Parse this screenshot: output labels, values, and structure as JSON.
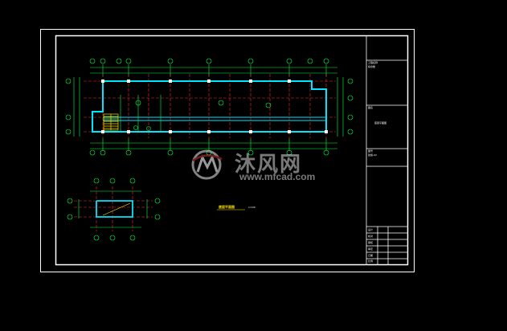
{
  "viewport": {
    "background": "#000000"
  },
  "colors": {
    "border": "#ffffff",
    "axis": "#ff2a2a",
    "dimension": "#00ff3c",
    "wall": "#00e5ff",
    "stair": "#ffe000",
    "watermark": "#d9d9d9"
  },
  "drawing": {
    "plan_title": "底层平面图",
    "plan_scale": "1:100"
  },
  "title_block": {
    "project_label": "工程名称",
    "project_value": "综合楼",
    "drawing_label": "图名",
    "drawing_value": "底层平面图",
    "number_label": "图号",
    "number_value": "建施-02",
    "rows": [
      "设计",
      "校对",
      "审核",
      "审定",
      "日期",
      "比例"
    ]
  },
  "watermark": {
    "logo_icon": "mf-logo-icon",
    "text": "沐风网",
    "url": "www.mfcad.com"
  }
}
